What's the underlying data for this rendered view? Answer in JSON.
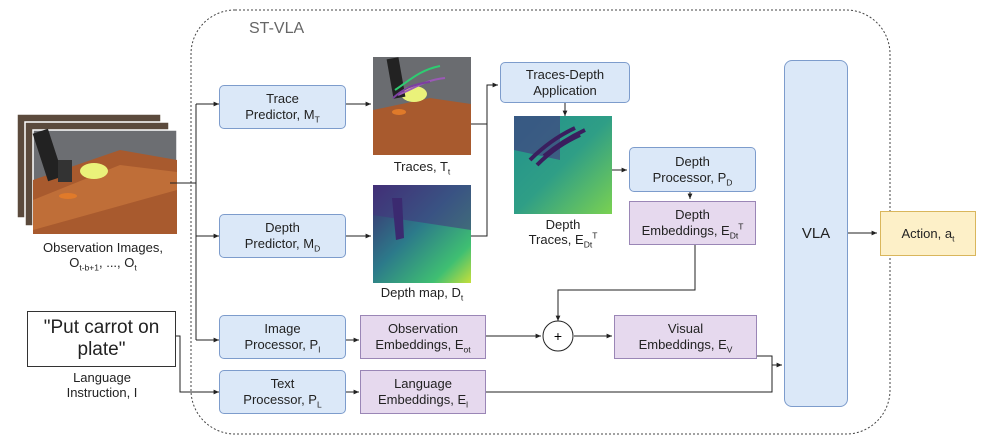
{
  "frame": {
    "title": "ST-VLA"
  },
  "boxes": {
    "trace_predictor": [
      "Trace",
      "Predictor, M",
      "T"
    ],
    "depth_predictor": [
      "Depth",
      "Predictor, M",
      "D"
    ],
    "image_processor": [
      "Image",
      "Processor, P",
      "I"
    ],
    "text_processor": [
      "Text",
      "Processor, P",
      "L"
    ],
    "traces_depth": [
      "Traces-Depth",
      "Application"
    ],
    "depth_processor": [
      "Depth",
      "Processor, P",
      "D"
    ],
    "depth_embeddings": [
      "Depth",
      "Embeddings, E",
      "Dt",
      "T"
    ],
    "obs_embeddings": [
      "Observation",
      "Embeddings, E",
      "ot"
    ],
    "lang_embeddings": [
      "Language",
      "Embeddings, E",
      "l"
    ],
    "visual_embeddings": [
      "Visual",
      "Embeddings, E",
      "V"
    ],
    "vla": "VLA",
    "action": [
      "Action, a",
      "t"
    ]
  },
  "labels": {
    "traces": [
      "Traces, T",
      "t"
    ],
    "depth_map": [
      "Depth map, D",
      "t"
    ],
    "depth_traces": [
      "Depth",
      "Traces,  E",
      "Dt",
      "T"
    ],
    "obs_images": [
      "Observation Images,",
      "O",
      "t-b+1",
      ", ..., O",
      "t"
    ],
    "lang_instr": [
      "Language",
      "Instruction, I"
    ]
  },
  "instruction": "\"Put carrot on plate\"",
  "plus": "+"
}
